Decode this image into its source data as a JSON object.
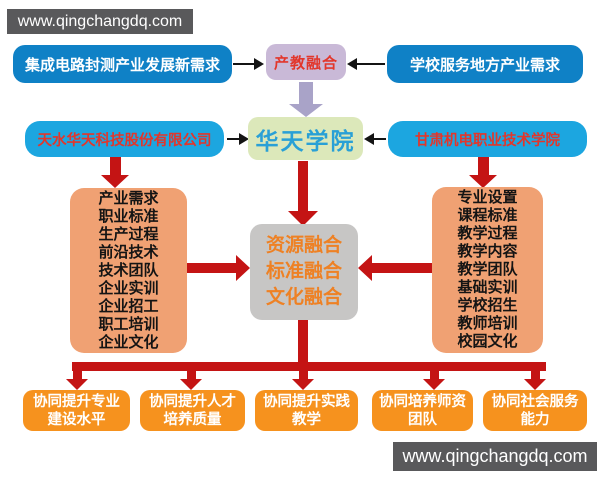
{
  "watermarks": {
    "top": "www.qingchangdq.com",
    "bottom": "www.qingchangdq.com"
  },
  "row1": {
    "left": "集成电路封测产业发展新需求",
    "center": "产教融合",
    "right": "学校服务地方产业需求"
  },
  "row2": {
    "left": "天水华天科技股份有限公司",
    "center": "华天学院",
    "right": "甘肃机电职业技术学院"
  },
  "lists": {
    "enterprise": "产业需求\n职业标准\n生产过程\n前沿技术\n技术团队\n企业实训\n企业招工\n职工培训\n企业文化",
    "fusion_center": "资源融合\n标准融合\n文化融合",
    "school": "专业设置\n课程标准\n教学过程\n教学内容\n教学团队\n基础实训\n学校招生\n教师培训\n校园文化"
  },
  "outcomes": [
    "协同提升专业\n建设水平",
    "协同提升人才\n培养质量",
    "协同提升实践\n教学",
    "协同培养师资\n团队",
    "协同社会服务\n能力"
  ],
  "colors": {
    "blue_box": "#0f81c6",
    "cyan_box": "#1ca6e0",
    "lavender_box": "#c9b9d7",
    "lavender_arrow": "#a9a3c8",
    "green_box": "#dce8ba",
    "orange_list_box": "#f0a173",
    "gray_center_box": "#c7c6c5",
    "orange_outcome_box": "#f6921e",
    "red_arrow": "#c41414",
    "red_text": "#e2362b",
    "blue_text": "#29a0d6",
    "orange_text": "#ee8124",
    "watermark_bar": "#59595b",
    "black_arrow": "#141414"
  }
}
